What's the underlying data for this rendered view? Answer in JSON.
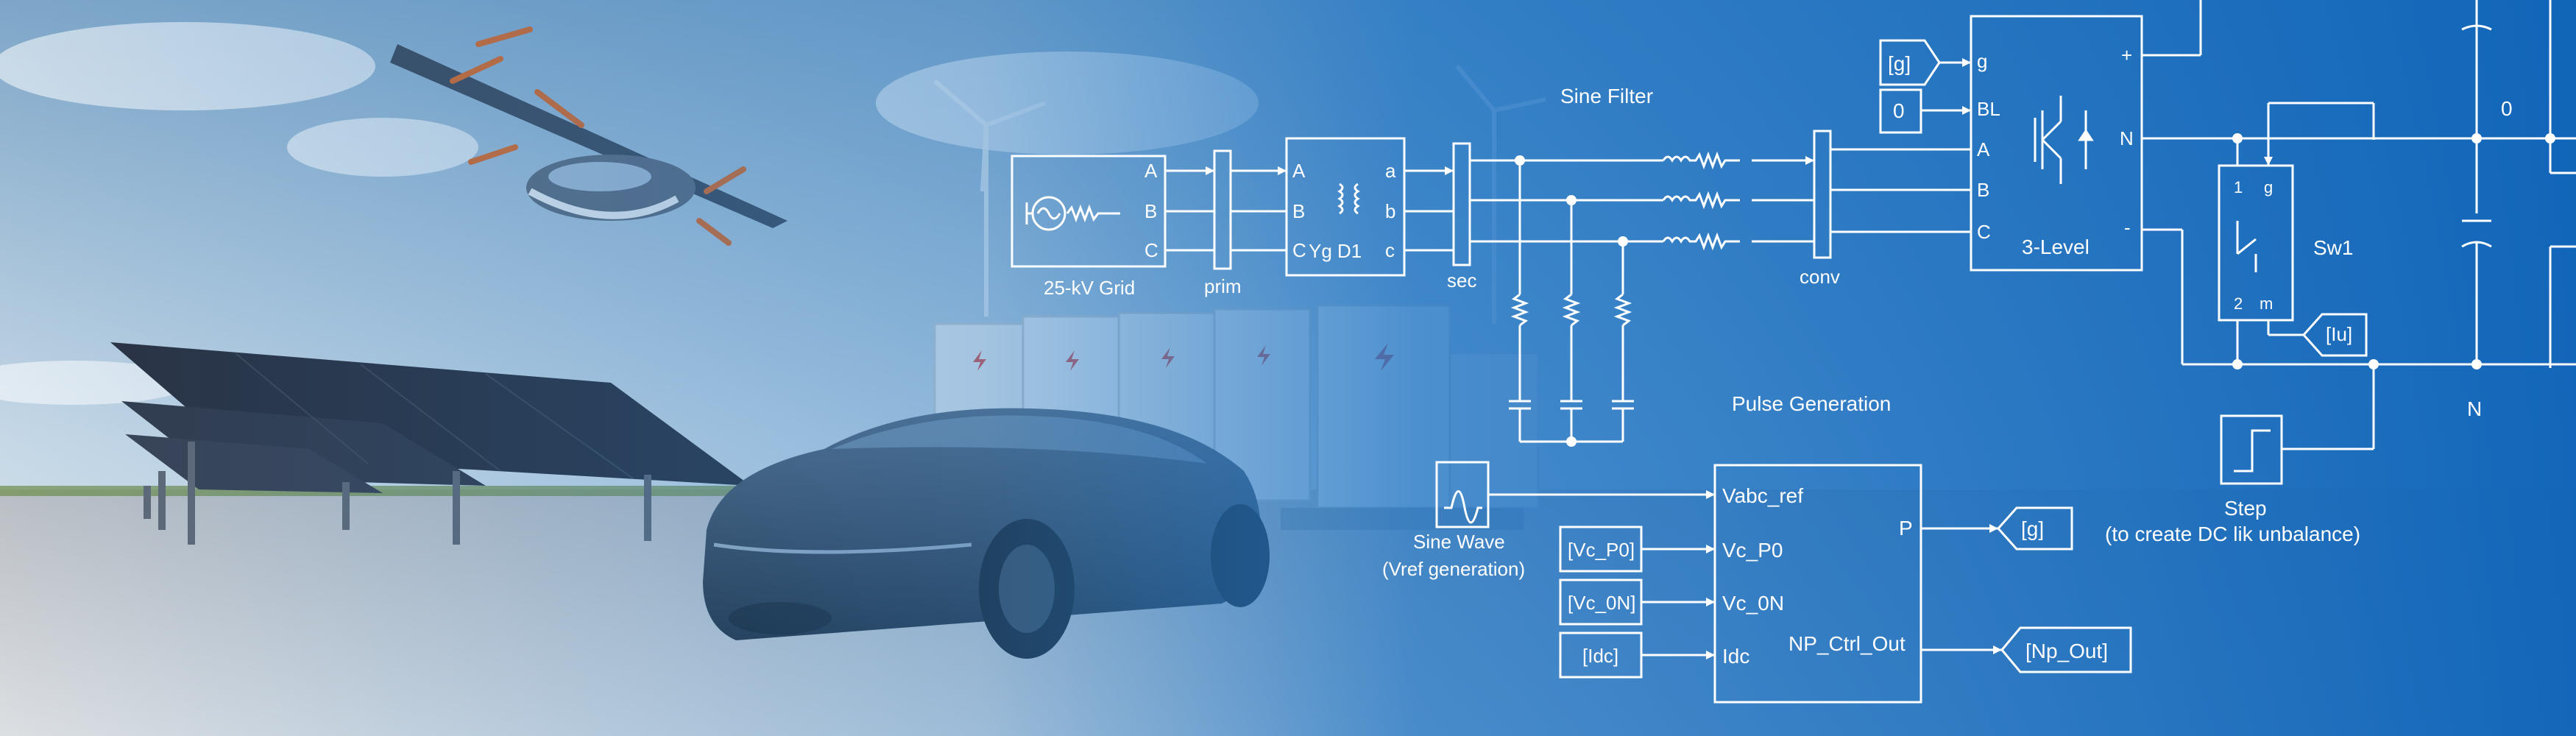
{
  "diagram": {
    "grid": "25-kV Grid",
    "grid_ports": [
      "A",
      "B",
      "C"
    ],
    "prim": "prim",
    "transformer": "Yg D1",
    "transformer_in_ports": [
      "A",
      "B",
      "C"
    ],
    "transformer_out_ports": [
      "a",
      "b",
      "c"
    ],
    "sec": "sec",
    "sine_filter": "Sine Filter",
    "conv": "conv",
    "g_tag": "[g]",
    "zero_const": "0",
    "converter_in_ports": [
      "g",
      "BL",
      "A",
      "B",
      "C"
    ],
    "converter_out_ports": [
      "+",
      "N",
      "-"
    ],
    "converter_name": "3-Level",
    "switch_name": "Sw1",
    "switch_ports": [
      "1",
      "g",
      "2",
      "m"
    ],
    "iu_tag": "[Iu]",
    "zero_label": "0",
    "n_label": "N",
    "pulse_generation": "Pulse Generation",
    "pulse_inputs": [
      "Vabc_ref",
      "Vc_P0",
      "Vc_0N",
      "Idc"
    ],
    "pulse_outputs": [
      "P",
      "NP_Ctrl_Out"
    ],
    "sine_wave_line1": "Sine Wave",
    "sine_wave_line2": "(Vref generation)",
    "vcp0_tag": "[Vc_P0]",
    "vc0n_tag": "[Vc_0N]",
    "idc_tag": "[Idc]",
    "np_out_tag": "[Np_Out]",
    "step_line1": "Step",
    "step_line2": "(to create DC lik unbalance)"
  },
  "colors": {
    "sky_top": "#8fb3d1",
    "sky_bottom": "#d9e6ef",
    "overlay_blue": "#1f74c4",
    "line_white": "#ffffff",
    "ground": "#c9cdd1",
    "car_body": "#3b4a5e",
    "panel_dark": "#2b3140"
  },
  "icons": [
    "evtol-aircraft-icon",
    "solar-panel-icon",
    "electric-car-icon",
    "battery-storage-icon",
    "wind-turbine-icon"
  ]
}
